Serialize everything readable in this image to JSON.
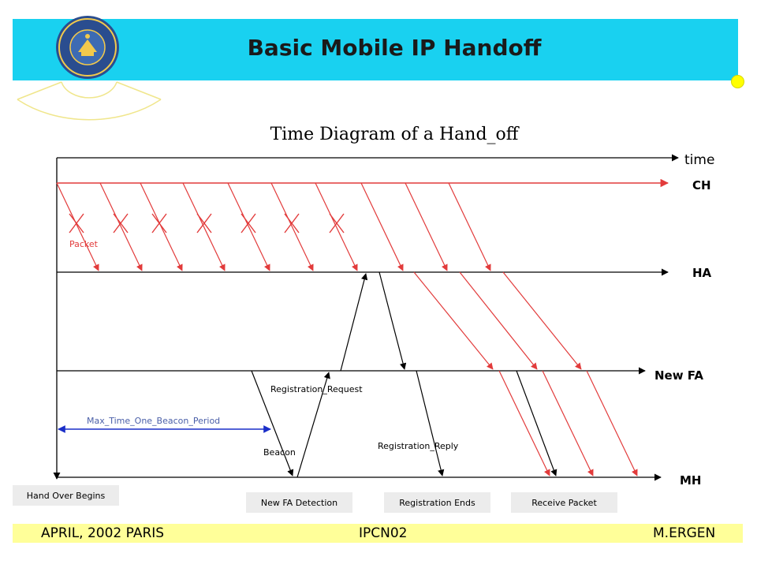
{
  "slide": {
    "title": "Basic Mobile IP Handoff",
    "subtitle": "Time Diagram of a Hand_off"
  },
  "timelines": {
    "time": "time",
    "ch": "CH",
    "ha": "HA",
    "new_fa": "New FA",
    "mh": "MH"
  },
  "labels": {
    "packet": "Packet",
    "max_beacon": "Max_Time_One_Beacon_Period",
    "registration_request": "Registration_Request",
    "beacon": "Beacon",
    "registration_reply": "Registration_Reply"
  },
  "events": {
    "hand_over_begins": "Hand Over Begins",
    "new_fa_detection": "New FA Detection",
    "registration_ends": "Registration Ends",
    "receive_packet": "Receive Packet"
  },
  "footer": {
    "left": "APRIL, 2002 PARIS",
    "center": "IPCN02",
    "right": "M.ERGEN"
  },
  "colors": {
    "header": "#19d1f0",
    "accent_dot": "#ffff00",
    "footer": "#ffff99",
    "packet_line": "#e23b3b",
    "beacon_arrow": "#1a2ec8",
    "event_box": "#ececec"
  }
}
